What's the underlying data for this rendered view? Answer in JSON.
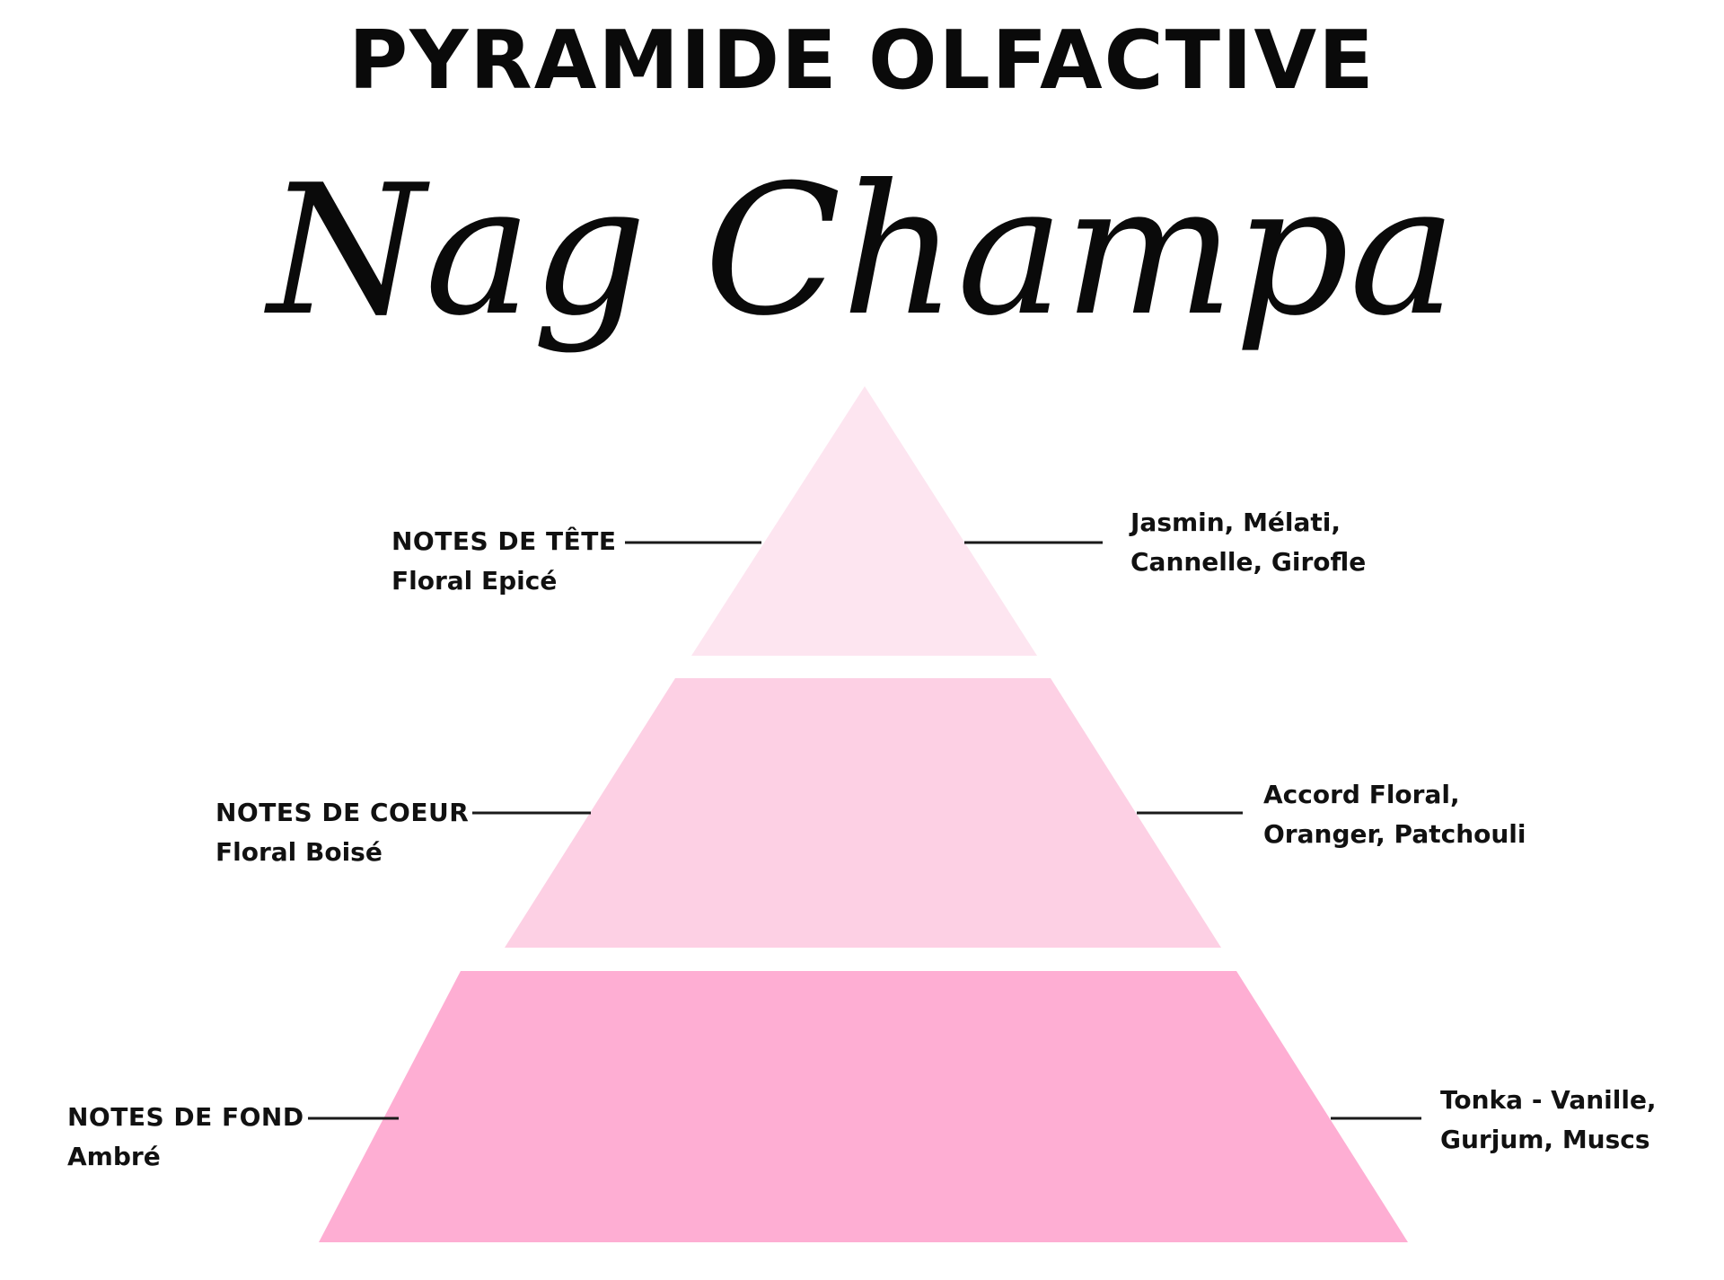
{
  "header": {
    "title": "PYRAMIDE OLFACTIVE",
    "product_name": "Nag Champa"
  },
  "tiers": [
    {
      "level": "top",
      "heading": "NOTES DE TÊTE",
      "family": "Floral Epicé",
      "notes_line1": "Jasmin, Mélati,",
      "notes_line2": "Cannelle, Girofle",
      "color": "#fde5f0"
    },
    {
      "level": "middle",
      "heading": "NOTES DE COEUR",
      "family": "Floral Boisé",
      "notes_line1": "Accord Floral,",
      "notes_line2": "Oranger, Patchouli",
      "color": "#fdd0e4"
    },
    {
      "level": "base",
      "heading": "NOTES DE FOND",
      "family": "Ambré",
      "notes_line1": "Tonka - Vanille,",
      "notes_line2": "Gurjum, Muscs",
      "color": "#feaed3"
    }
  ],
  "colors": {
    "text": "#111111",
    "connector": "#1a1a1a"
  }
}
